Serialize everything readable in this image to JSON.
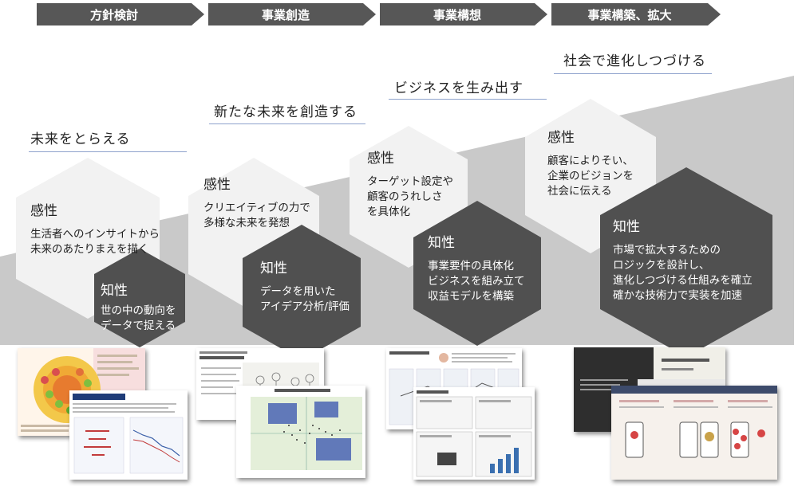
{
  "phases": [
    {
      "label": "方針検討"
    },
    {
      "label": "事業創造"
    },
    {
      "label": "事業構想"
    },
    {
      "label": "事業構築、拡大"
    }
  ],
  "stages": [
    {
      "title": "未来をとらえる",
      "sense": {
        "heading": "感性",
        "lines": [
          "生活者へのインサイトから",
          "未来のあたりまえを描く"
        ]
      },
      "intellect": {
        "heading": "知性",
        "lines": [
          "世の中の動向を",
          "データで捉える"
        ]
      }
    },
    {
      "title": "新たな未来を創造する",
      "sense": {
        "heading": "感性",
        "lines": [
          "クリエイティブの力で",
          "多様な未来を発想"
        ]
      },
      "intellect": {
        "heading": "知性",
        "lines": [
          "データを用いた",
          "アイデア分析/評価"
        ]
      }
    },
    {
      "title": "ビジネスを生み出す",
      "sense": {
        "heading": "感性",
        "lines": [
          "ターゲット設定や",
          "顧客のうれしさ",
          "を具体化"
        ]
      },
      "intellect": {
        "heading": "知性",
        "lines": [
          "事業要件の具体化",
          "ビジネスを組み立て",
          "収益モデルを構築"
        ]
      }
    },
    {
      "title": "社会で進化しつづける",
      "sense": {
        "heading": "感性",
        "lines": [
          "顧客によりそい、",
          "企業のビジョンを",
          "社会に伝える"
        ]
      },
      "intellect": {
        "heading": "知性",
        "lines": [
          "市場で拡大するための",
          "ロジックを設計し、",
          "進化しつづける仕組みを確立",
          "確かな技術力で実装を加速"
        ]
      }
    }
  ],
  "colors": {
    "chevron": "#575757",
    "wedge": "#c9c9c9",
    "sense_hex": "#f2f2f2",
    "intellect_hex": "#505050",
    "underline": "#8ea2cc"
  },
  "icons": [
    "chevron-arrow",
    "hexagon"
  ]
}
